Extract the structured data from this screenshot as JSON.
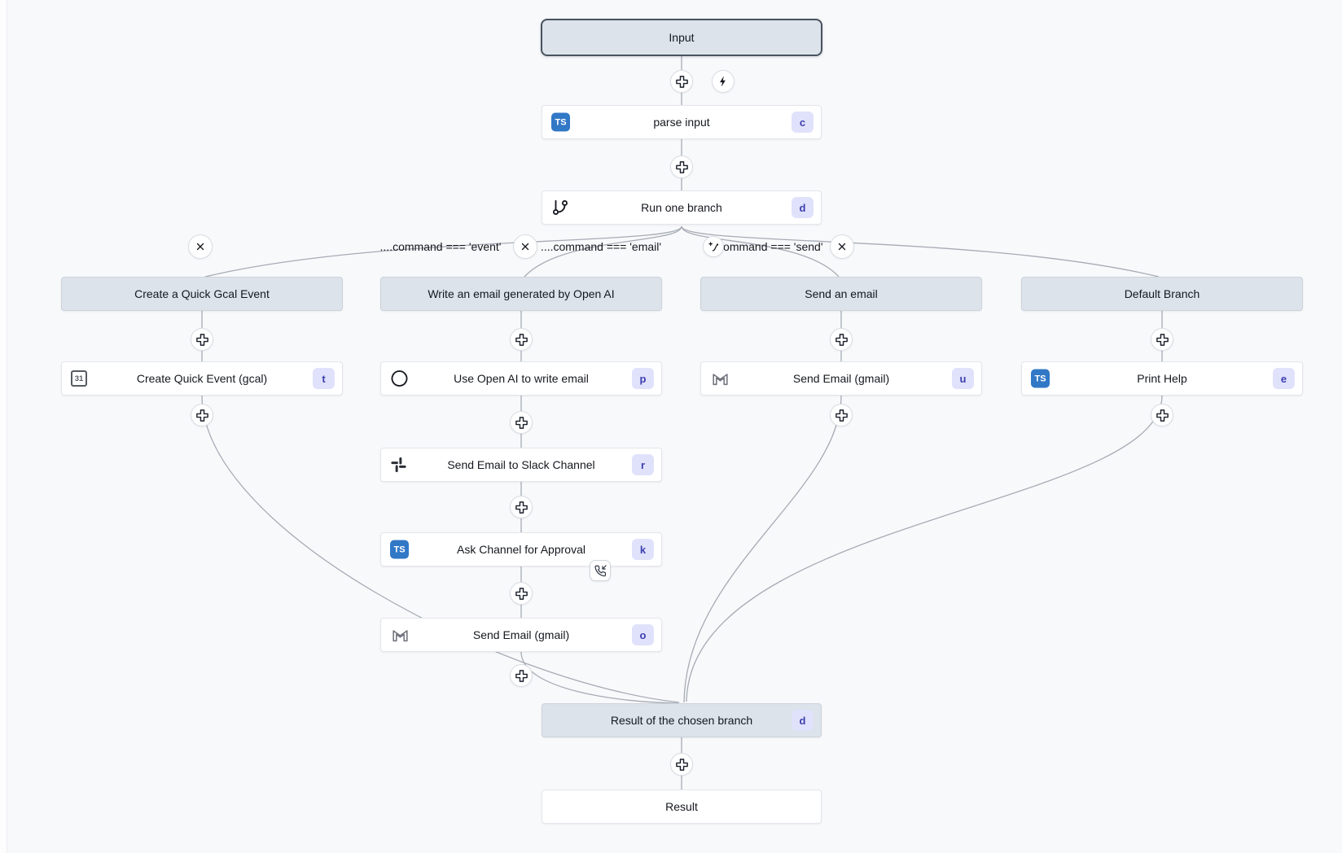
{
  "canvas": {
    "background": "#f8f9fb",
    "edge_color": "#a6abb4"
  },
  "nodes": {
    "input": {
      "label": "Input"
    },
    "parse_input": {
      "label": "parse input",
      "badge": "c"
    },
    "branch_runner": {
      "label": "Run one branch",
      "badge": "d"
    },
    "result_branch": {
      "label": "Result of the chosen branch",
      "badge": "d"
    },
    "result": {
      "label": "Result"
    }
  },
  "conditions": [
    {
      "text": "....command === 'event'"
    },
    {
      "text": "....command === 'email'"
    },
    {
      "text": "....command === 'send'"
    }
  ],
  "branches": [
    {
      "header": "Create a Quick Gcal Event",
      "steps": [
        {
          "label": "Create Quick Event (gcal)",
          "badge": "t",
          "icon": "gcal-icon"
        }
      ]
    },
    {
      "header": "Write an email generated by Open AI",
      "steps": [
        {
          "label": "Use Open AI to write email",
          "badge": "p",
          "icon": "openai-icon"
        },
        {
          "label": "Send Email to Slack Channel",
          "badge": "r",
          "icon": "slack-icon"
        },
        {
          "label": "Ask Channel for Approval",
          "badge": "k",
          "icon": "typescript-icon"
        },
        {
          "label": "Send Email (gmail)",
          "badge": "o",
          "icon": "gmail-icon"
        }
      ]
    },
    {
      "header": "Send an email",
      "steps": [
        {
          "label": "Send Email (gmail)",
          "badge": "u",
          "icon": "gmail-icon"
        }
      ]
    },
    {
      "header": "Default Branch",
      "steps": [
        {
          "label": "Print Help",
          "badge": "e",
          "icon": "typescript-icon"
        }
      ]
    }
  ],
  "icons": {
    "typescript_text": "TS",
    "gcal_text": "31"
  },
  "colors": {
    "ts_blue": "#3178c6",
    "badge_bg": "#e0e2fb",
    "badge_text": "#3c3fae",
    "header_bg": "#dce3ea",
    "selected_border": "#49535f"
  }
}
